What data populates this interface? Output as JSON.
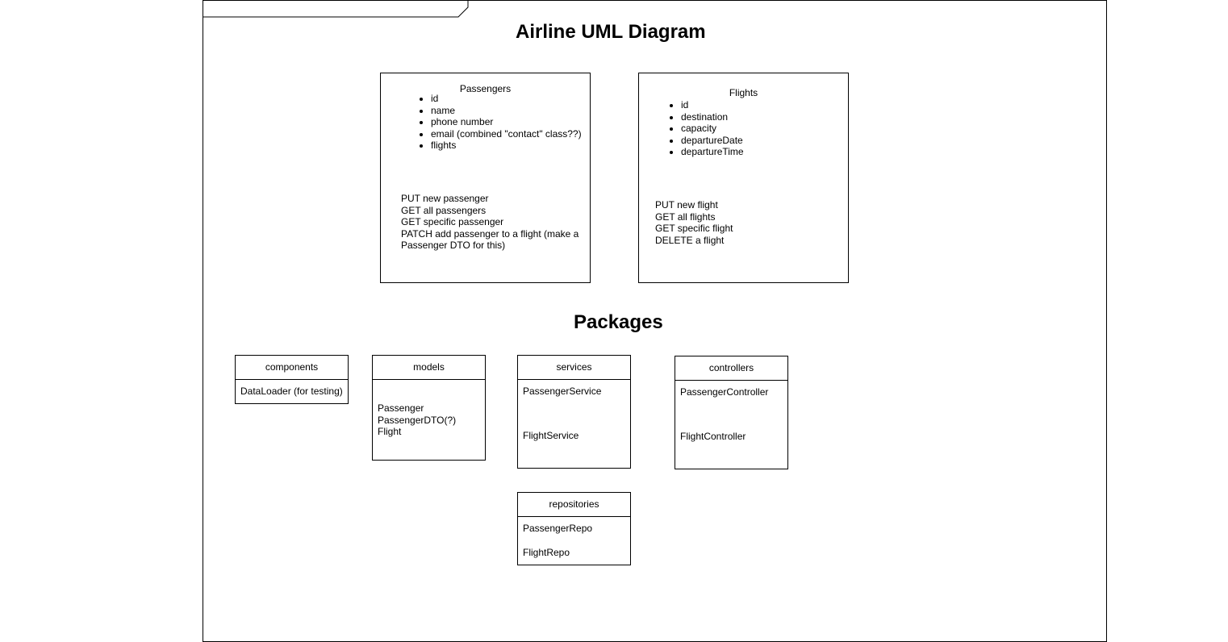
{
  "diagram": {
    "title": "Airline UML Diagram",
    "packages_title": "Packages"
  },
  "classes": {
    "passengers": {
      "name": "Passengers",
      "attributes": [
        "id",
        "name",
        "phone number",
        "email (combined \"contact\" class??)",
        "flights"
      ],
      "operations": [
        "PUT new passenger",
        "GET all passengers",
        "GET specific passenger",
        "PATCH add passenger to a flight (make a Passenger DTO for this)"
      ]
    },
    "flights": {
      "name": "Flights",
      "attributes": [
        "id",
        "destination",
        "capacity",
        "departureDate",
        "departureTime"
      ],
      "operations": [
        "PUT new flight",
        "GET all flights",
        "GET specific flight",
        "DELETE a flight"
      ]
    }
  },
  "packages": {
    "components": {
      "name": "components",
      "items": [
        "DataLoader (for testing)"
      ]
    },
    "models": {
      "name": "models",
      "items": [
        "Passenger",
        "PassengerDTO(?)",
        "Flight"
      ]
    },
    "services": {
      "name": "services",
      "items": [
        "PassengerService",
        "FlightService"
      ]
    },
    "controllers": {
      "name": "controllers",
      "items": [
        "PassengerController",
        "FlightController"
      ]
    },
    "repositories": {
      "name": "repositories",
      "items": [
        "PassengerRepo",
        "FlightRepo"
      ]
    }
  }
}
